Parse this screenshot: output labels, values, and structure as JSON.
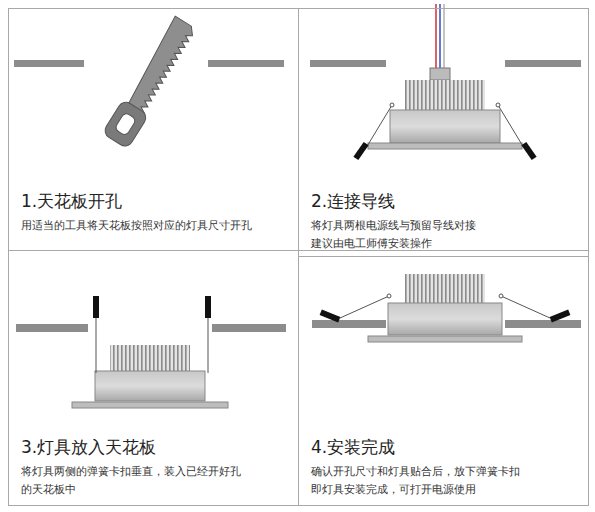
{
  "diagram": {
    "nodes": [
      {
        "text": [
          "1.天花板开孔",
          "用适当的工具将天花板按照对应的灯具尺寸开孔"
        ]
      },
      {
        "text": [
          "2.连接导线",
          "将灯具两根电源线与预留导线对接 建议由电工师傅安装操作"
        ]
      },
      {
        "text": [
          "3.灯具放入天花板",
          "将灯具两侧的弹簧卡扣垂直，装入已经开好孔 的天花板中"
        ]
      },
      {
        "text": [
          "4.安装完成",
          "确认开孔尺寸和灯具贴合后，放下弹簧卡扣 即灯具安装完成，可打开电源使用"
        ]
      }
    ]
  }
}
